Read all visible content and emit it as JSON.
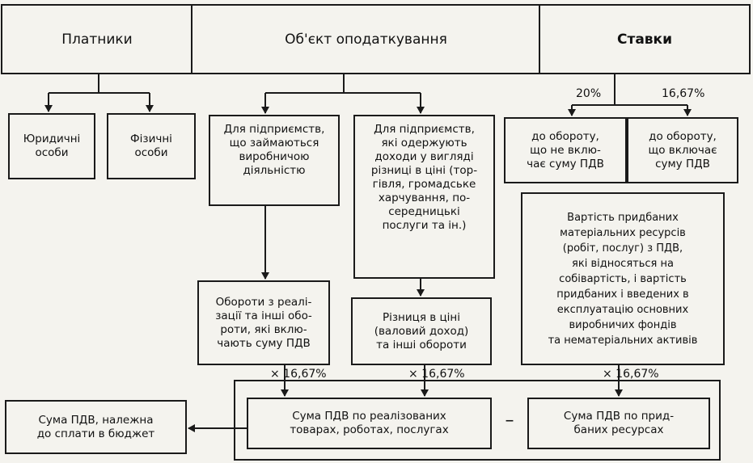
{
  "header": {
    "payers": "Платники",
    "object": "Об'єкт оподаткування",
    "rates": "Ставки"
  },
  "payers": {
    "legal": "Юридичні\nособи",
    "individual": "Фізичні\nособи"
  },
  "objects": {
    "production": "Для підприємств,\nщо займаються\nвиробничою\nдіяльністю",
    "trade": "Для підприємств,\nякі одержують\nдоходи у вигляді\nрізниці в ціні (тор-\nгівля, громадське\nхарчування, по-\nсередницькі\nпослуги та ін.)",
    "turnover": "Обороти з реалі-\nзації та інші обо-\nроти, які вклю-\nчають суму ПДВ",
    "price_difference": "Різниця в ціні\n(валовий доход)\nта інші обороти"
  },
  "rates": {
    "rate_20": "20%",
    "rate_1667": "16,67%",
    "excl": "до обороту,\nщо не вклю-\nчає суму ПДВ",
    "incl": "до обороту,\nщо включає\nсуму ПДВ"
  },
  "resources": "Вартість придбаних\nматеріальних ресурсів\n(робіт, послуг) з ПДВ,\nякі відносяться на\nсобівартість, і вартість\nпридбаних і введених в\nексплуатацію основних\nвиробничих фондів\nта нематеріальних активів",
  "multipliers": {
    "m1": "×  16,67%",
    "m2": "×  16,67%",
    "m3": "×  16,67%"
  },
  "bottom": {
    "sales_vat": "Сума ПДВ по реалізованих\nтоварах, роботах, послугах",
    "minus": "–",
    "purchased_vat": "Сума ПДВ по прид-\nбаних ресурсах",
    "budget": "Сума ПДВ, належна\nдо сплати в бюджет"
  }
}
